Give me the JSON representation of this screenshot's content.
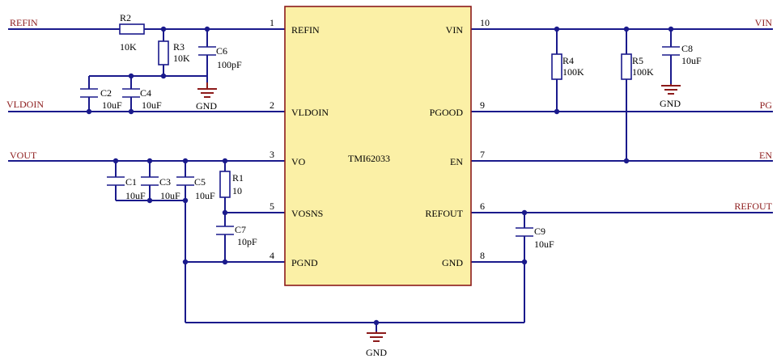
{
  "chip": {
    "name": "TMI62033"
  },
  "pins": [
    {
      "num": "1",
      "name": "REFIN"
    },
    {
      "num": "2",
      "name": "VLDOIN"
    },
    {
      "num": "3",
      "name": "VO"
    },
    {
      "num": "5",
      "name": "VOSNS"
    },
    {
      "num": "4",
      "name": "PGND"
    },
    {
      "num": "10",
      "name": "VIN"
    },
    {
      "num": "9",
      "name": "PGOOD"
    },
    {
      "num": "7",
      "name": "EN"
    },
    {
      "num": "6",
      "name": "REFOUT"
    },
    {
      "num": "8",
      "name": "GND"
    }
  ],
  "nets": {
    "refin": "REFIN",
    "vldoin": "VLDOIN",
    "vout": "VOUT",
    "vin": "VIN",
    "pg": "PG",
    "en": "EN",
    "refout": "REFOUT"
  },
  "components": {
    "r1": {
      "ref": "R1",
      "value": "10"
    },
    "r2": {
      "ref": "R2",
      "value": "10K"
    },
    "r3": {
      "ref": "R3",
      "value": "10K"
    },
    "r4": {
      "ref": "R4",
      "value": "100K"
    },
    "r5": {
      "ref": "R5",
      "value": "100K"
    },
    "c1": {
      "ref": "C1",
      "value": "10uF"
    },
    "c2": {
      "ref": "C2",
      "value": "10uF"
    },
    "c3": {
      "ref": "C3",
      "value": "10uF"
    },
    "c4": {
      "ref": "C4",
      "value": "10uF"
    },
    "c5": {
      "ref": "C5",
      "value": "10uF"
    },
    "c6": {
      "ref": "C6",
      "value": "100pF"
    },
    "c7": {
      "ref": "C7",
      "value": "10pF"
    },
    "c8": {
      "ref": "C8",
      "value": "10uF"
    },
    "c9": {
      "ref": "C9",
      "value": "10uF"
    }
  },
  "grounds": {
    "gnd1": "GND",
    "gnd2": "GND",
    "gnd3": "GND"
  },
  "colors": {
    "wire": "#1a1a8c",
    "net_label": "#8c1a1a",
    "chip_fill": "#fbf0a6",
    "chip_border": "#8c1a1a"
  }
}
